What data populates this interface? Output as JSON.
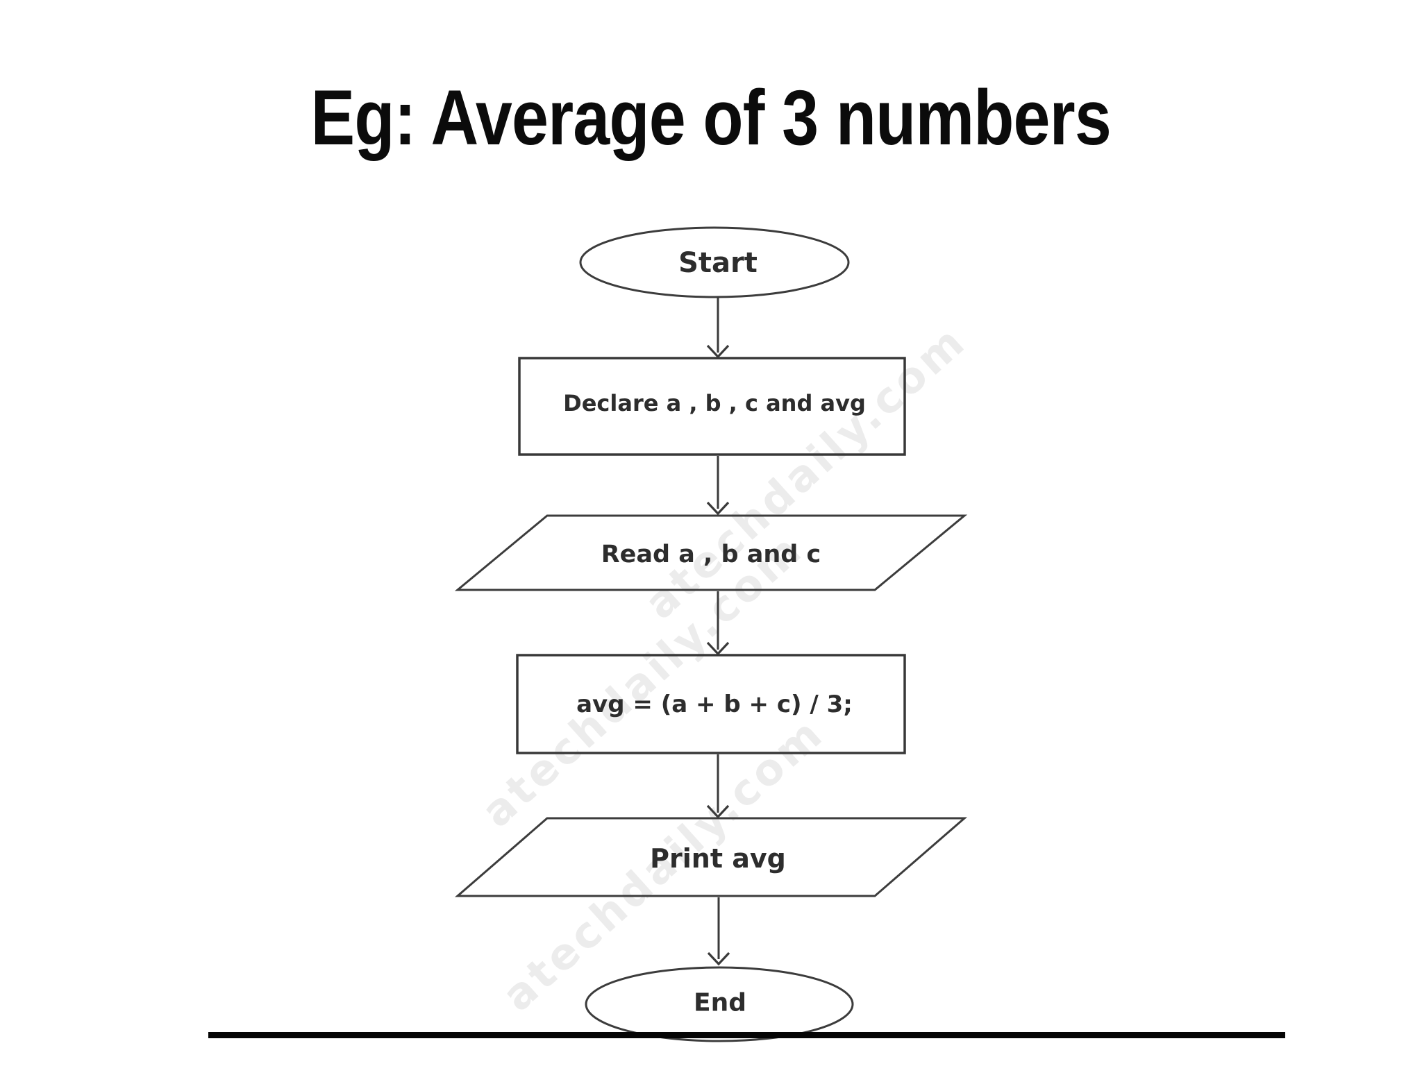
{
  "slide": {
    "title": "Eg: Average of 3 numbers"
  },
  "flowchart": {
    "nodes": [
      {
        "type": "terminator",
        "label": "Start"
      },
      {
        "type": "process",
        "label": "Declare a , b , c and avg"
      },
      {
        "type": "input-output",
        "label": "Read a , b and c"
      },
      {
        "type": "process",
        "label": "avg = (a + b + c) / 3;"
      },
      {
        "type": "input-output",
        "label": "Print avg"
      },
      {
        "type": "terminator",
        "label": "End"
      }
    ],
    "colors": {
      "shape_stroke": "#3c3c3c",
      "label_text": "#2d2d2d",
      "connector": "#3a3a3a"
    }
  },
  "watermark": {
    "text": "atechdaily.com"
  },
  "colors": {
    "background": "#ffffff",
    "title_text": "#0b0b0b",
    "footer_rule": "#050505"
  }
}
